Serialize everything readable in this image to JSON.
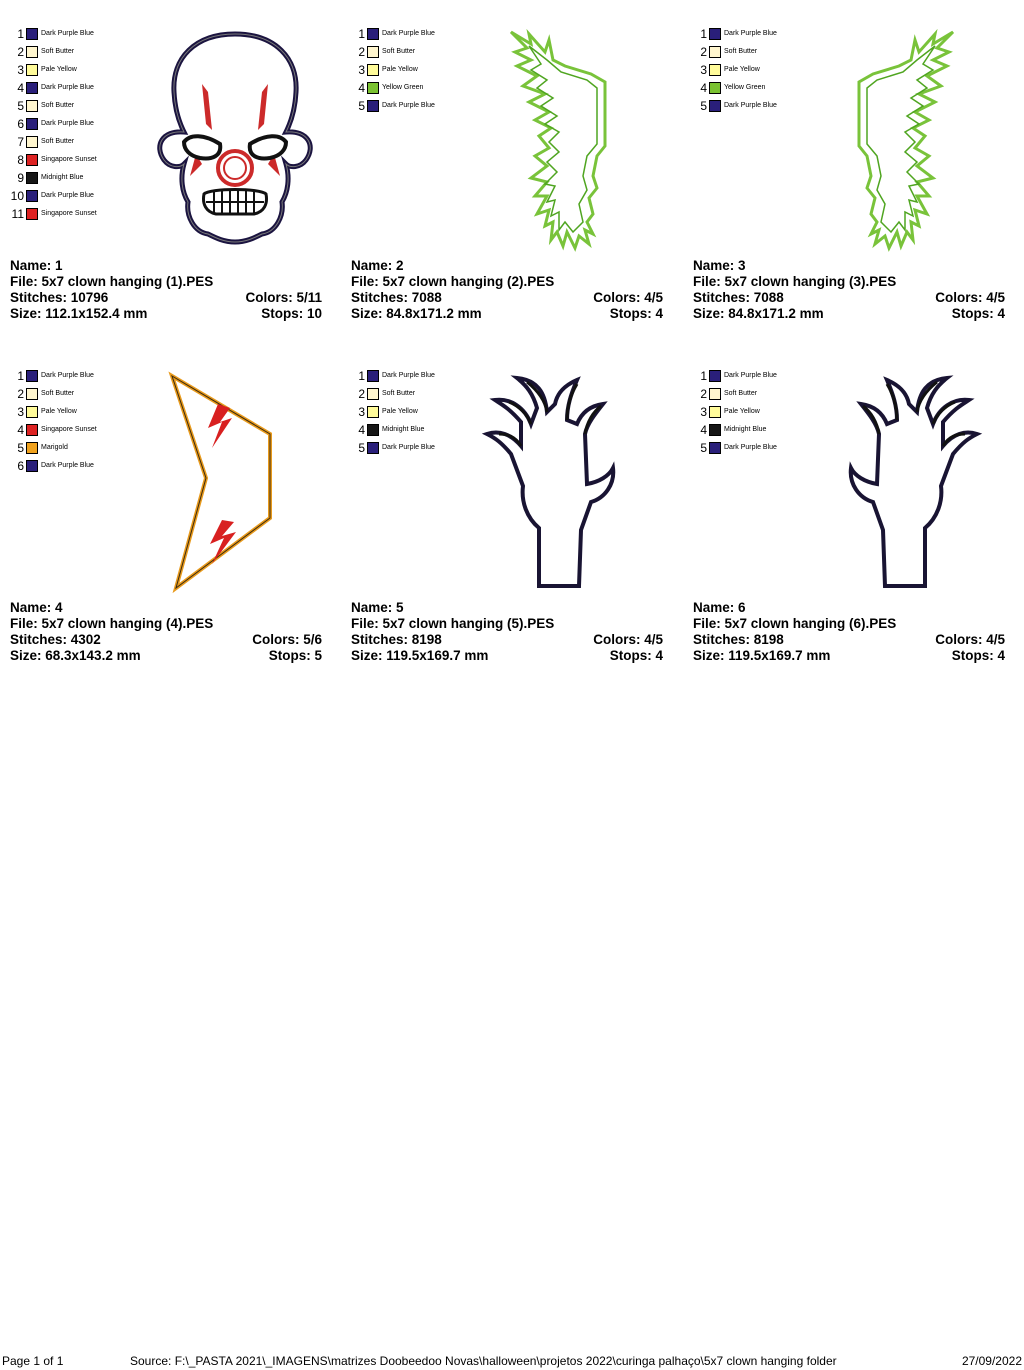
{
  "designs": [
    {
      "name_label": "Name: 1",
      "file_label": "File: 5x7  clown hanging (1).PES",
      "stitches_label": "Stitches: 10796",
      "colors_label": "Colors: 5/11",
      "size_label": "Size: 112.1x152.4 mm",
      "stops_label": "Stops: 10",
      "art_icon": "clown-skull",
      "palette": [
        {
          "num": "1",
          "name": "Dark Purple Blue",
          "color": "#2a1f7a"
        },
        {
          "num": "2",
          "name": "Soft Butter",
          "color": "#fff6cf"
        },
        {
          "num": "3",
          "name": "Pale Yellow",
          "color": "#fffb9a"
        },
        {
          "num": "4",
          "name": "Dark Purple Blue",
          "color": "#2a1f7a"
        },
        {
          "num": "5",
          "name": "Soft Butter",
          "color": "#fff6cf"
        },
        {
          "num": "6",
          "name": "Dark Purple Blue",
          "color": "#2a1f7a"
        },
        {
          "num": "7",
          "name": "Soft Butter",
          "color": "#fff6cf"
        },
        {
          "num": "8",
          "name": "Singapore Sunset",
          "color": "#dd2222"
        },
        {
          "num": "9",
          "name": "Midnight Blue",
          "color": "#161616"
        },
        {
          "num": "10",
          "name": "Dark Purple Blue",
          "color": "#2a1f7a"
        },
        {
          "num": "11",
          "name": "Singapore Sunset",
          "color": "#dd2222"
        }
      ]
    },
    {
      "name_label": "Name: 2",
      "file_label": "File: 5x7  clown hanging (2).PES",
      "stitches_label": "Stitches: 7088",
      "colors_label": "Colors: 4/5",
      "size_label": "Size: 84.8x171.2 mm",
      "stops_label": "Stops: 4",
      "art_icon": "green-hair-left",
      "palette": [
        {
          "num": "1",
          "name": "Dark Purple Blue",
          "color": "#2a1f7a"
        },
        {
          "num": "2",
          "name": "Soft Butter",
          "color": "#fff6cf"
        },
        {
          "num": "3",
          "name": "Pale Yellow",
          "color": "#fffb9a"
        },
        {
          "num": "4",
          "name": "Yellow Green",
          "color": "#7ac231"
        },
        {
          "num": "5",
          "name": "Dark Purple Blue",
          "color": "#2a1f7a"
        }
      ]
    },
    {
      "name_label": "Name: 3",
      "file_label": "File: 5x7  clown hanging (3).PES",
      "stitches_label": "Stitches: 7088",
      "colors_label": "Colors: 4/5",
      "size_label": "Size: 84.8x171.2 mm",
      "stops_label": "Stops: 4",
      "art_icon": "green-hair-right",
      "palette": [
        {
          "num": "1",
          "name": "Dark Purple Blue",
          "color": "#2a1f7a"
        },
        {
          "num": "2",
          "name": "Soft Butter",
          "color": "#fff6cf"
        },
        {
          "num": "3",
          "name": "Pale Yellow",
          "color": "#fffb9a"
        },
        {
          "num": "4",
          "name": "Yellow Green",
          "color": "#7ac231"
        },
        {
          "num": "5",
          "name": "Dark Purple Blue",
          "color": "#2a1f7a"
        }
      ]
    },
    {
      "name_label": "Name: 4",
      "file_label": "File: 5x7  clown hanging (4).PES",
      "stitches_label": "Stitches: 4302",
      "colors_label": "Colors: 5/6",
      "size_label": "Size: 68.3x143.2 mm",
      "stops_label": "Stops: 5",
      "art_icon": "collar-with-lightning",
      "palette": [
        {
          "num": "1",
          "name": "Dark Purple Blue",
          "color": "#2a1f7a"
        },
        {
          "num": "2",
          "name": "Soft Butter",
          "color": "#fff6cf"
        },
        {
          "num": "3",
          "name": "Pale Yellow",
          "color": "#fffb9a"
        },
        {
          "num": "4",
          "name": "Singapore Sunset",
          "color": "#dd2222"
        },
        {
          "num": "5",
          "name": "Marigold",
          "color": "#f0a21e"
        },
        {
          "num": "6",
          "name": "Dark Purple Blue",
          "color": "#2a1f7a"
        }
      ]
    },
    {
      "name_label": "Name: 5",
      "file_label": "File: 5x7  clown hanging (5).PES",
      "stitches_label": "Stitches: 8198",
      "colors_label": "Colors: 4/5",
      "size_label": "Size: 119.5x169.7 mm",
      "stops_label": "Stops: 4",
      "art_icon": "zombie-hand-left",
      "palette": [
        {
          "num": "1",
          "name": "Dark Purple Blue",
          "color": "#2a1f7a"
        },
        {
          "num": "2",
          "name": "Soft Butter",
          "color": "#fff6cf"
        },
        {
          "num": "3",
          "name": "Pale Yellow",
          "color": "#fffb9a"
        },
        {
          "num": "4",
          "name": "Midnight Blue",
          "color": "#161616"
        },
        {
          "num": "5",
          "name": "Dark Purple Blue",
          "color": "#2a1f7a"
        }
      ]
    },
    {
      "name_label": "Name: 6",
      "file_label": "File: 5x7  clown hanging (6).PES",
      "stitches_label": "Stitches: 8198",
      "colors_label": "Colors: 4/5",
      "size_label": "Size: 119.5x169.7 mm",
      "stops_label": "Stops: 4",
      "art_icon": "zombie-hand-right",
      "palette": [
        {
          "num": "1",
          "name": "Dark Purple Blue",
          "color": "#2a1f7a"
        },
        {
          "num": "2",
          "name": "Soft Butter",
          "color": "#fff6cf"
        },
        {
          "num": "3",
          "name": "Pale Yellow",
          "color": "#fffb9a"
        },
        {
          "num": "4",
          "name": "Midnight Blue",
          "color": "#161616"
        },
        {
          "num": "5",
          "name": "Dark Purple Blue",
          "color": "#2a1f7a"
        }
      ]
    }
  ],
  "footer": {
    "page": "Page 1 of 1",
    "source": "Source: F:\\_PASTA 2021\\_IMAGENS\\matrizes Doobeedoo Novas\\halloween\\projetos 2022\\curinga palhaço\\5x7 clown hanging folder",
    "date": "27/09/2022"
  }
}
